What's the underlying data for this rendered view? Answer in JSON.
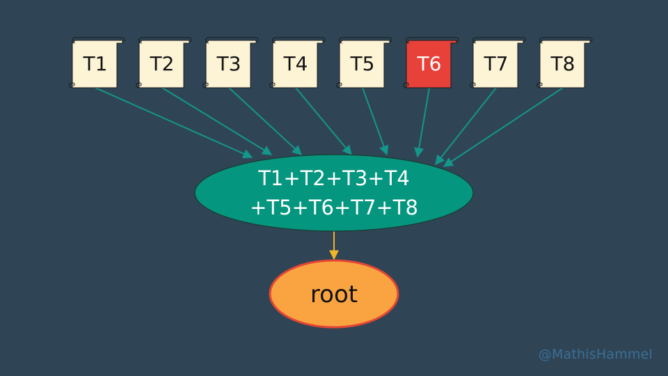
{
  "background_color": "#2f4555",
  "arrow_colors": {
    "leaf_to_combined": "#14968a",
    "combined_to_root": "#f2b52a"
  },
  "leaves": [
    {
      "label": "T1",
      "highlighted": false
    },
    {
      "label": "T2",
      "highlighted": false
    },
    {
      "label": "T3",
      "highlighted": false
    },
    {
      "label": "T4",
      "highlighted": false
    },
    {
      "label": "T5",
      "highlighted": false
    },
    {
      "label": "T6",
      "highlighted": true
    },
    {
      "label": "T7",
      "highlighted": false
    },
    {
      "label": "T8",
      "highlighted": false
    }
  ],
  "leaf_style": {
    "fill": "#fdf4d6",
    "text_color": "#111111",
    "highlight_fill": "#e8413a",
    "highlight_text_color": "#ffffff",
    "icon": "scroll-icon"
  },
  "combined_node": {
    "line1": "T1+T2+T3+T4",
    "line2": "+T5+T6+T7+T8",
    "fill": "#05967f",
    "text_color": "#ffffff"
  },
  "root_node": {
    "label": "root",
    "fill": "#f9a441",
    "stroke": "#e44535",
    "text_color": "#111111"
  },
  "watermark": "@MathisHammel"
}
